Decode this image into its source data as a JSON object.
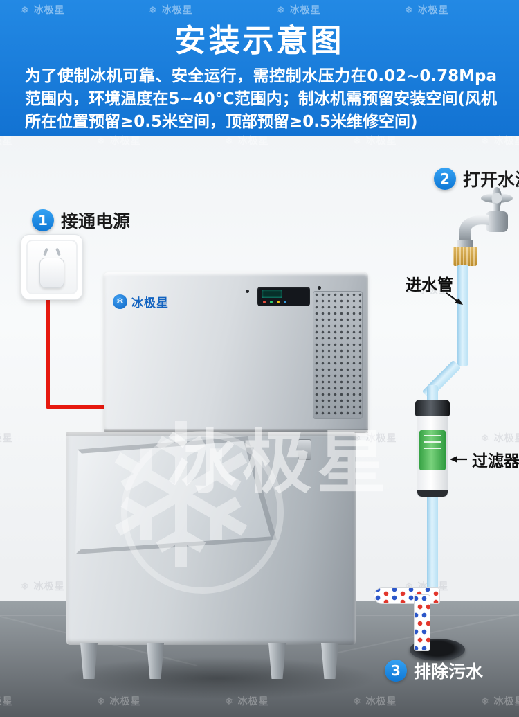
{
  "brand": "冰极星",
  "icons": {
    "snowflake": "❄"
  },
  "header": {
    "title": "安装示意图",
    "description": "为了使制冰机可靠、安全运行，需控制水压力在0.02~0.78Mpa范围内，环境温度在5~40℃范围内；制冰机需预留安装空间(风机所在位置预留≥0.5米空间，顶部预留≥0.5米维修空间)"
  },
  "steps": [
    {
      "num": "1",
      "label": "接通电源"
    },
    {
      "num": "2",
      "label": "打开水源"
    },
    {
      "num": "3",
      "label": "排除污水"
    }
  ],
  "annotations": {
    "inlet_pipe": "进水管",
    "filter": "过滤器"
  },
  "colors": {
    "header_blue": "#1478d8",
    "step_circle_blue": "#1687e8",
    "cable_red": "#e6190f",
    "pipe_blue": "#cde9f7",
    "filter_label_green": "#3fae49",
    "brass_gold": "#d8a43c"
  }
}
